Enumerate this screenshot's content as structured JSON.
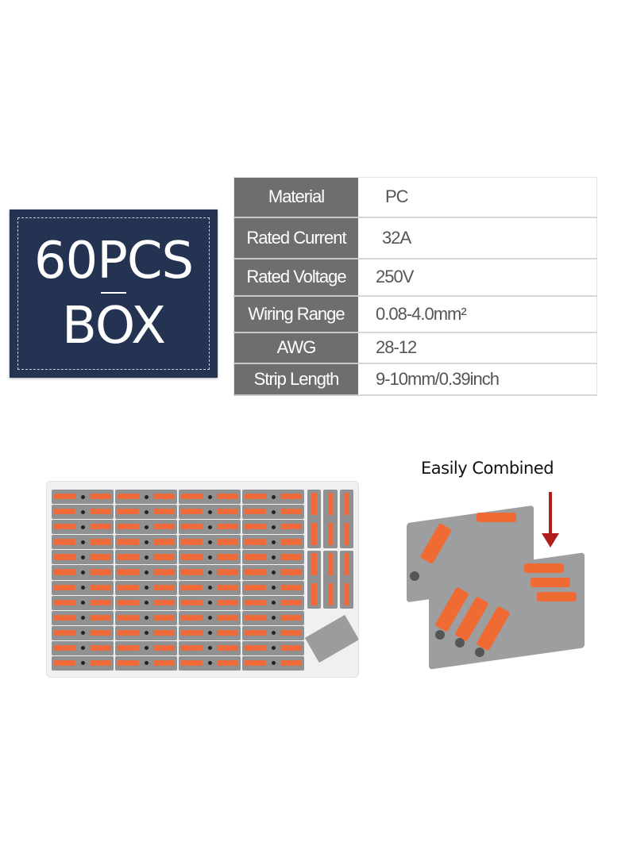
{
  "badge": {
    "quantity": "60PCS",
    "separator": "—",
    "package": "BOX",
    "background_color": "#253352"
  },
  "specs": {
    "rows": [
      {
        "label": "Material",
        "value": "PC"
      },
      {
        "label": "Rated Current",
        "value": "32A"
      },
      {
        "label": "Rated Voltage",
        "value": "250V"
      },
      {
        "label": "Wiring Range",
        "value": "0.08-4.0mm²"
      },
      {
        "label": "AWG",
        "value": "28-12"
      },
      {
        "label": "Strip Length",
        "value": "9-10mm/0.39inch"
      }
    ],
    "label_bg_color": "#6e6e6e"
  },
  "photos": {
    "box_photo": "connectors-in-box-image",
    "combined_photo": "stacked-connectors-image",
    "combined_caption": "Easily Combined",
    "arrow_color": "#b11d1d",
    "lever_color": "#ef6b33"
  }
}
